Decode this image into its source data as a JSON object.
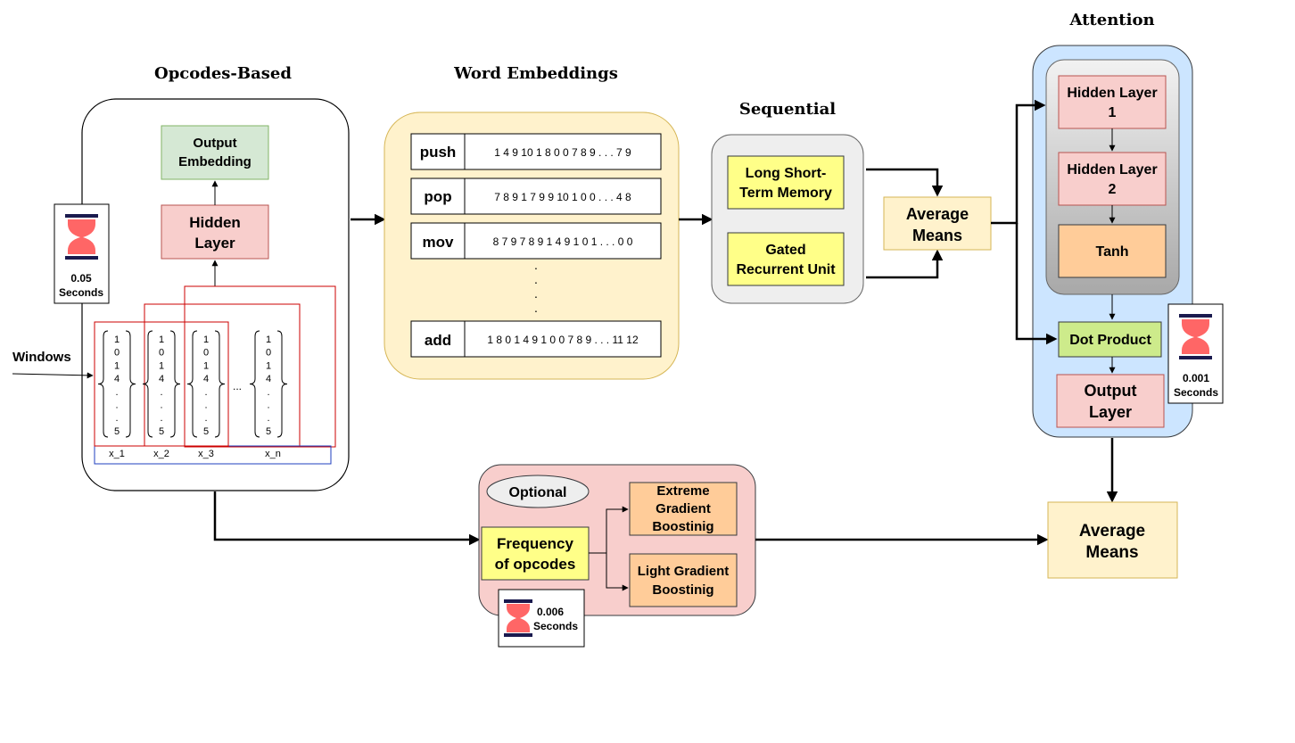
{
  "titles": {
    "opcodes": "Opcodes-Based",
    "embeddings": "Word Embeddings",
    "sequential": "Sequential",
    "attention": "Attention"
  },
  "opcodes_panel": {
    "output_embedding": [
      "Output",
      "Embedding"
    ],
    "hidden_layer": [
      "Hidden",
      "Layer"
    ],
    "timer": [
      "0.05",
      "Seconds"
    ],
    "windows_label": "Windows",
    "vectors": [
      [
        "1",
        "0",
        "1",
        "4",
        ".",
        ".",
        ".",
        "5"
      ],
      [
        "1",
        "0",
        "1",
        "4",
        ".",
        ".",
        ".",
        "5"
      ],
      [
        "1",
        "0",
        "1",
        "4",
        ".",
        ".",
        ".",
        "5"
      ],
      [
        "1",
        "0",
        "1",
        "4",
        ".",
        ".",
        ".",
        "5"
      ]
    ],
    "ellipsis": "...",
    "vector_labels": [
      "x_1",
      "x_2",
      "x_3",
      "x_n"
    ]
  },
  "embeddings_panel": {
    "rows": [
      {
        "word": "push",
        "vector": "1 4 9 10 1 8 0 0 7 8 9 . . . 7 9"
      },
      {
        "word": "pop",
        "vector": "7 8 9 1 7 9 9 10 1 0 0 . . . 4 8"
      },
      {
        "word": "mov",
        "vector": "8 7 9 7 8 9 1 4 9 1 0 1 . . . 0 0"
      },
      {
        "word": "add",
        "vector": "1 8 0 1 4 9 1 0 0 7 8 9 . . . 11 12"
      }
    ],
    "vertical_dots": [
      ".",
      ".",
      ".",
      "."
    ]
  },
  "sequential_panel": {
    "lstm": [
      "Long Short-",
      "Term Memory"
    ],
    "gru": [
      "Gated",
      "Recurrent Unit"
    ]
  },
  "average_means_1": [
    "Average",
    "Means"
  ],
  "attention_panel": {
    "hidden_layer_1": [
      "Hidden Layer",
      "1"
    ],
    "hidden_layer_2": [
      "Hidden Layer",
      "2"
    ],
    "tanh": "Tanh",
    "dot_product": "Dot Product",
    "output_layer": [
      "Output",
      "Layer"
    ],
    "timer": [
      "0.001",
      "Seconds"
    ]
  },
  "optional_panel": {
    "badge": "Optional",
    "frequency": [
      "Frequency",
      "of opcodes"
    ],
    "xgb": [
      "Extreme",
      "Gradient",
      "Boostinig"
    ],
    "lgb": [
      "Light Gradient",
      "Boostinig"
    ],
    "timer": [
      "0.006",
      "Seconds"
    ]
  },
  "average_means_2": [
    "Average",
    "Means"
  ],
  "colors": {
    "green_box": "#d5e8d4",
    "red_box": "#f8cecc",
    "yellow_panel": "#fff2cc",
    "yellow_box": "#ffff88",
    "orange_box": "#ffcc99",
    "blue_panel": "#cce5ff",
    "dot_product": "#cdeb8b",
    "optional_panel": "#f8cecc",
    "hourglass": "#ff6666",
    "hourglass_bar": "#1a1a4e"
  }
}
